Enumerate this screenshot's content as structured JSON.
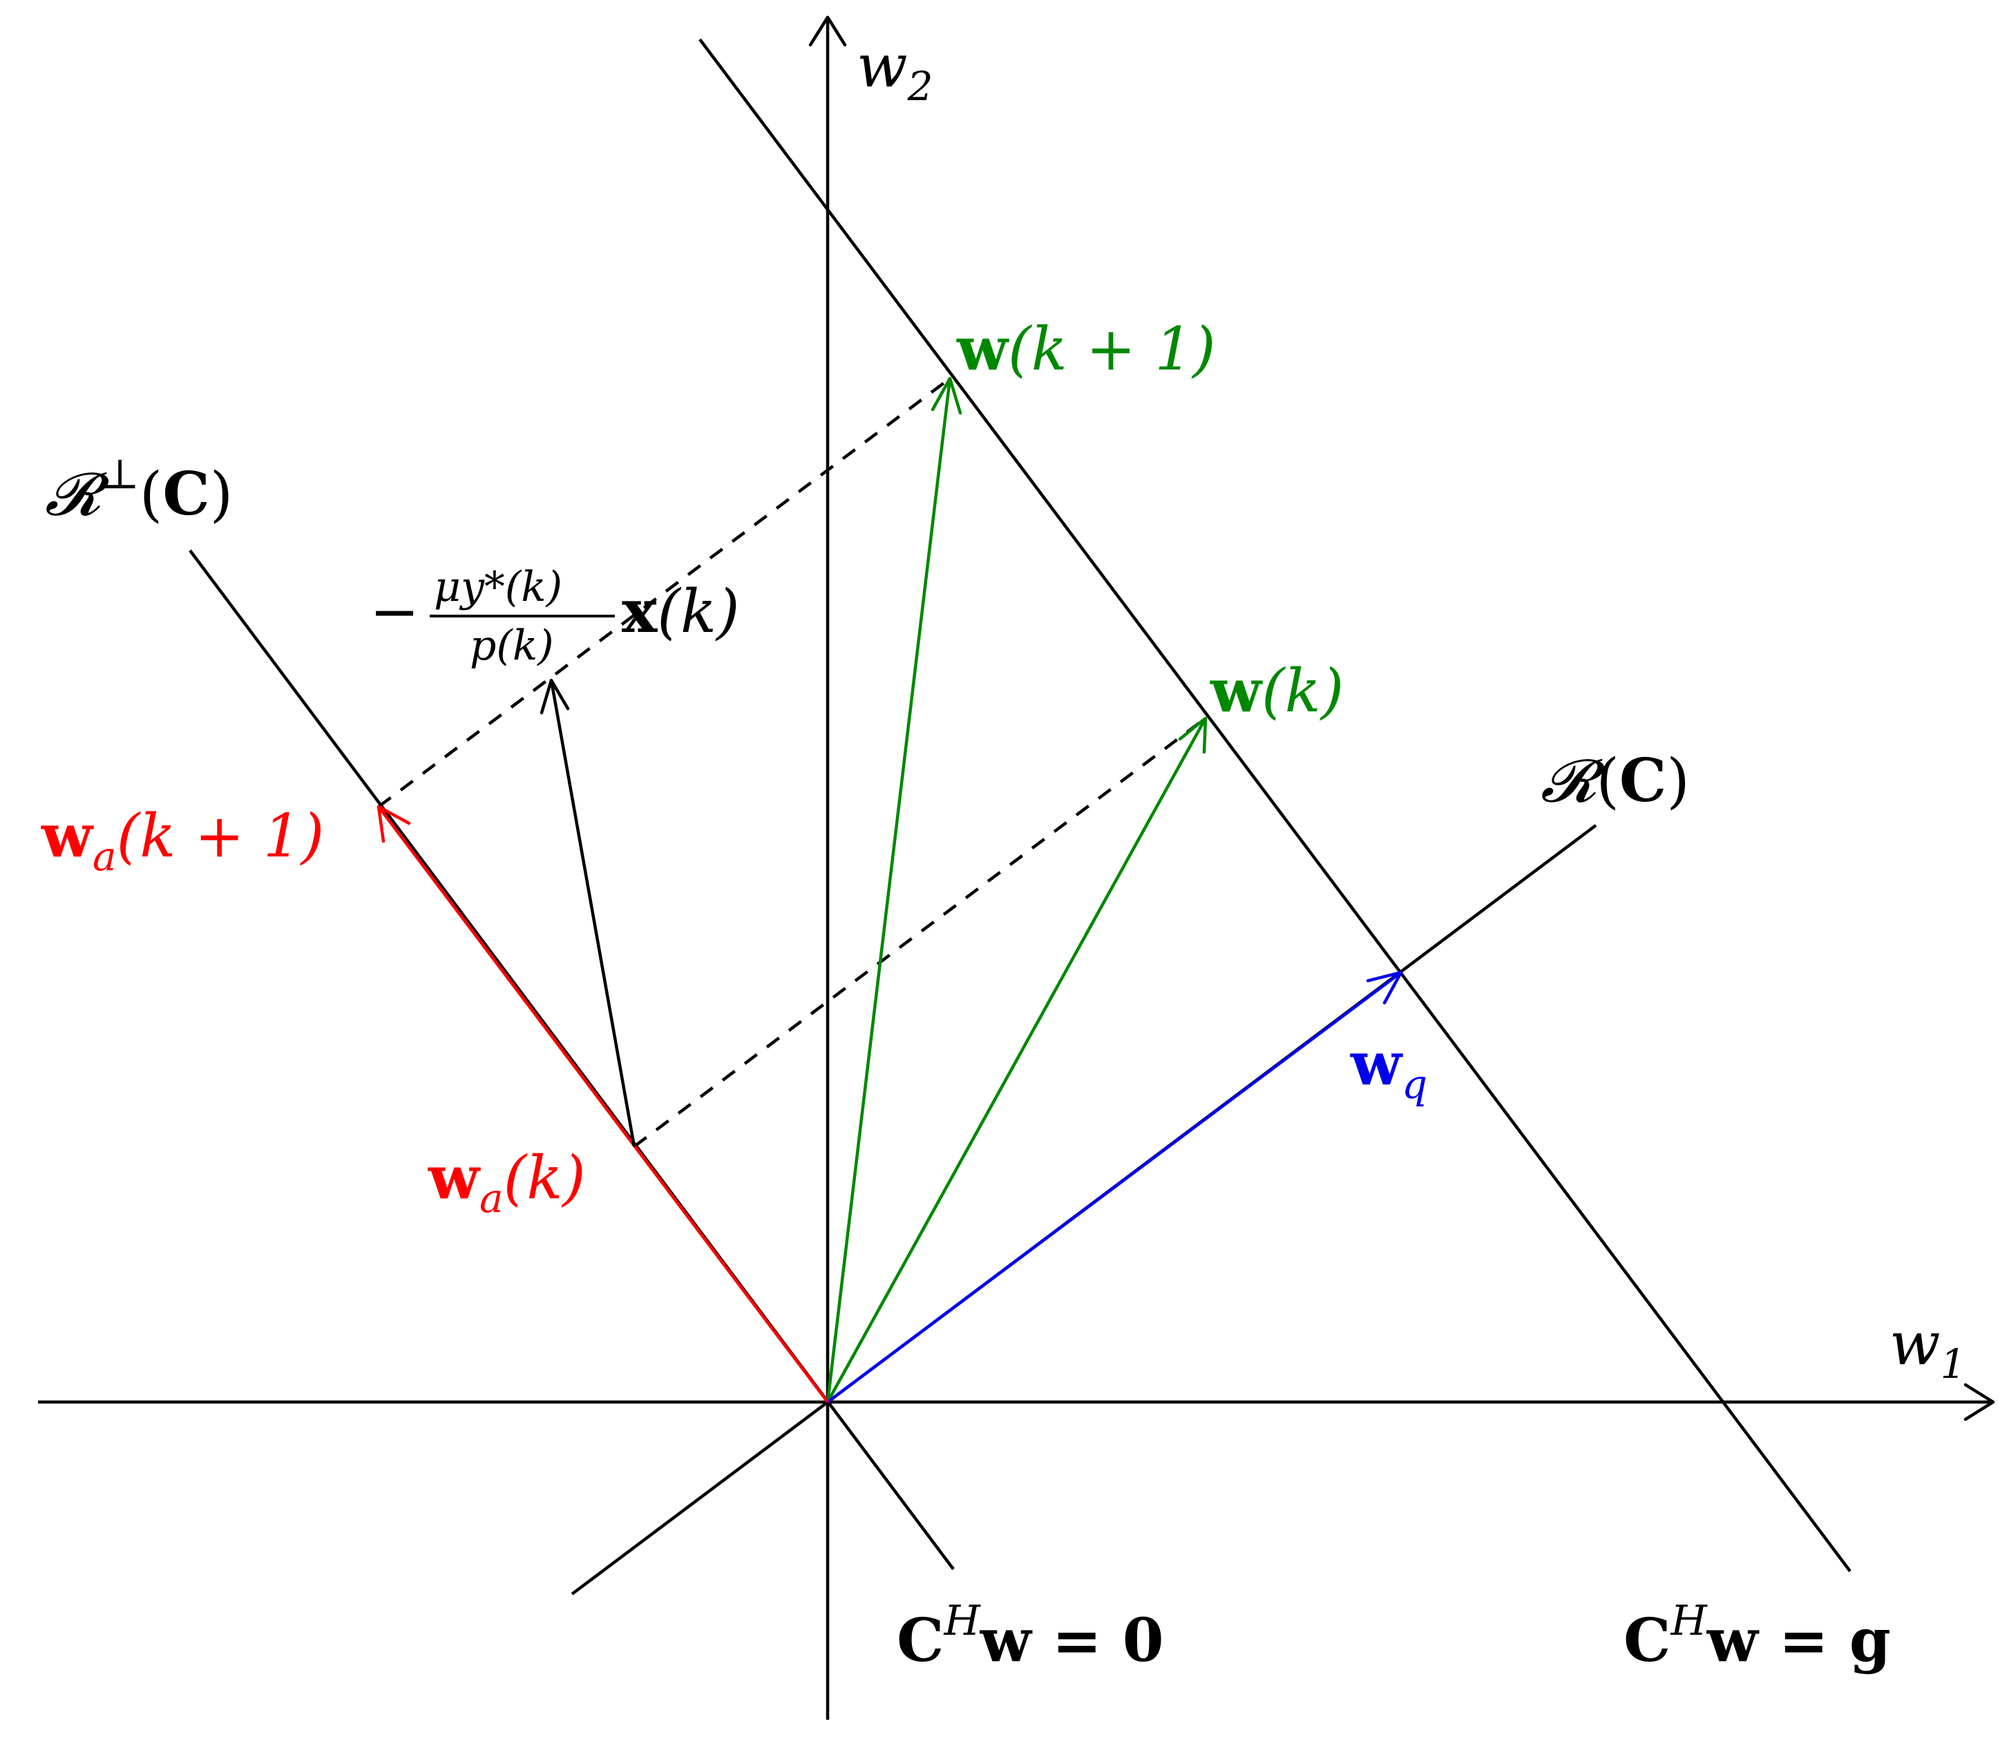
{
  "labels": {
    "w2_axis": {
      "base": "w",
      "sub": "2"
    },
    "w1_axis": {
      "base": "w",
      "sub": "1"
    },
    "r_perp_c": {
      "script": "𝓡",
      "sup": "⊥",
      "open": "(",
      "arg": "C",
      "close": ")"
    },
    "r_c": {
      "script": "𝓡",
      "open": "(",
      "arg": "C",
      "close": ")"
    },
    "w_k1": {
      "base": "w",
      "arg": "(k + 1)"
    },
    "w_k": {
      "base": "w",
      "arg": "(k)"
    },
    "wa_k1": {
      "base": "w",
      "sub": "a",
      "arg": "(k + 1)"
    },
    "wa_k": {
      "base": "w",
      "sub": "a",
      "arg": "(k)"
    },
    "wq": {
      "base": "w",
      "sub": "q"
    },
    "step": {
      "minus": "−",
      "num": "μy*(k)",
      "den": "p(k)",
      "x": "x",
      "arg": "(k)"
    },
    "c_h_w_0": {
      "c": "C",
      "sup": "H",
      "w": "w",
      "eq": " = ",
      "rhs": "0"
    },
    "c_h_w_g": {
      "c": "C",
      "sup": "H",
      "w": "w",
      "eq": " = ",
      "rhs": "g"
    }
  },
  "colors": {
    "axis": "#000000",
    "red": "#ff0000",
    "green": "#008800",
    "blue": "#0000ee"
  }
}
